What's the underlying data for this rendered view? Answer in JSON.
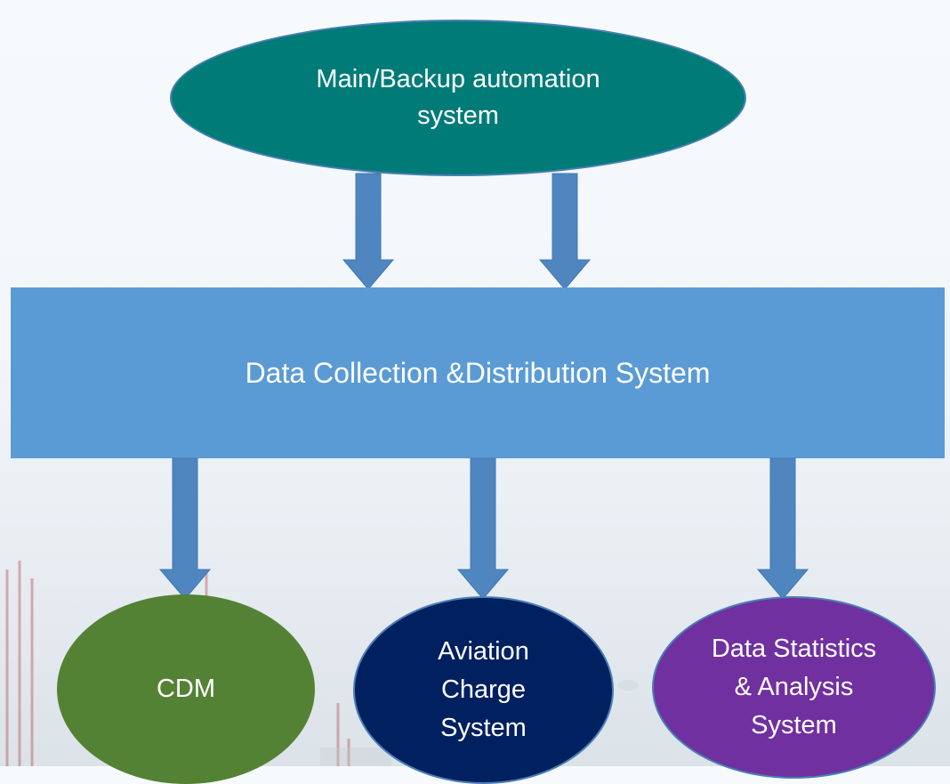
{
  "diagram": {
    "top_node": {
      "label": "Main/Backup automation\nsystem",
      "color": "#007b78"
    },
    "center_box": {
      "label": "Data Collection &Distribution System",
      "color": "#5b9bd5"
    },
    "bottom_nodes": [
      {
        "label": "CDM",
        "color": "#548235"
      },
      {
        "label": "Aviation\nCharge\nSystem",
        "color": "#002060"
      },
      {
        "label": "Data Statistics\n& Analysis\nSystem",
        "color": "#7030a0"
      }
    ],
    "arrow_color": "#4f86c0"
  }
}
